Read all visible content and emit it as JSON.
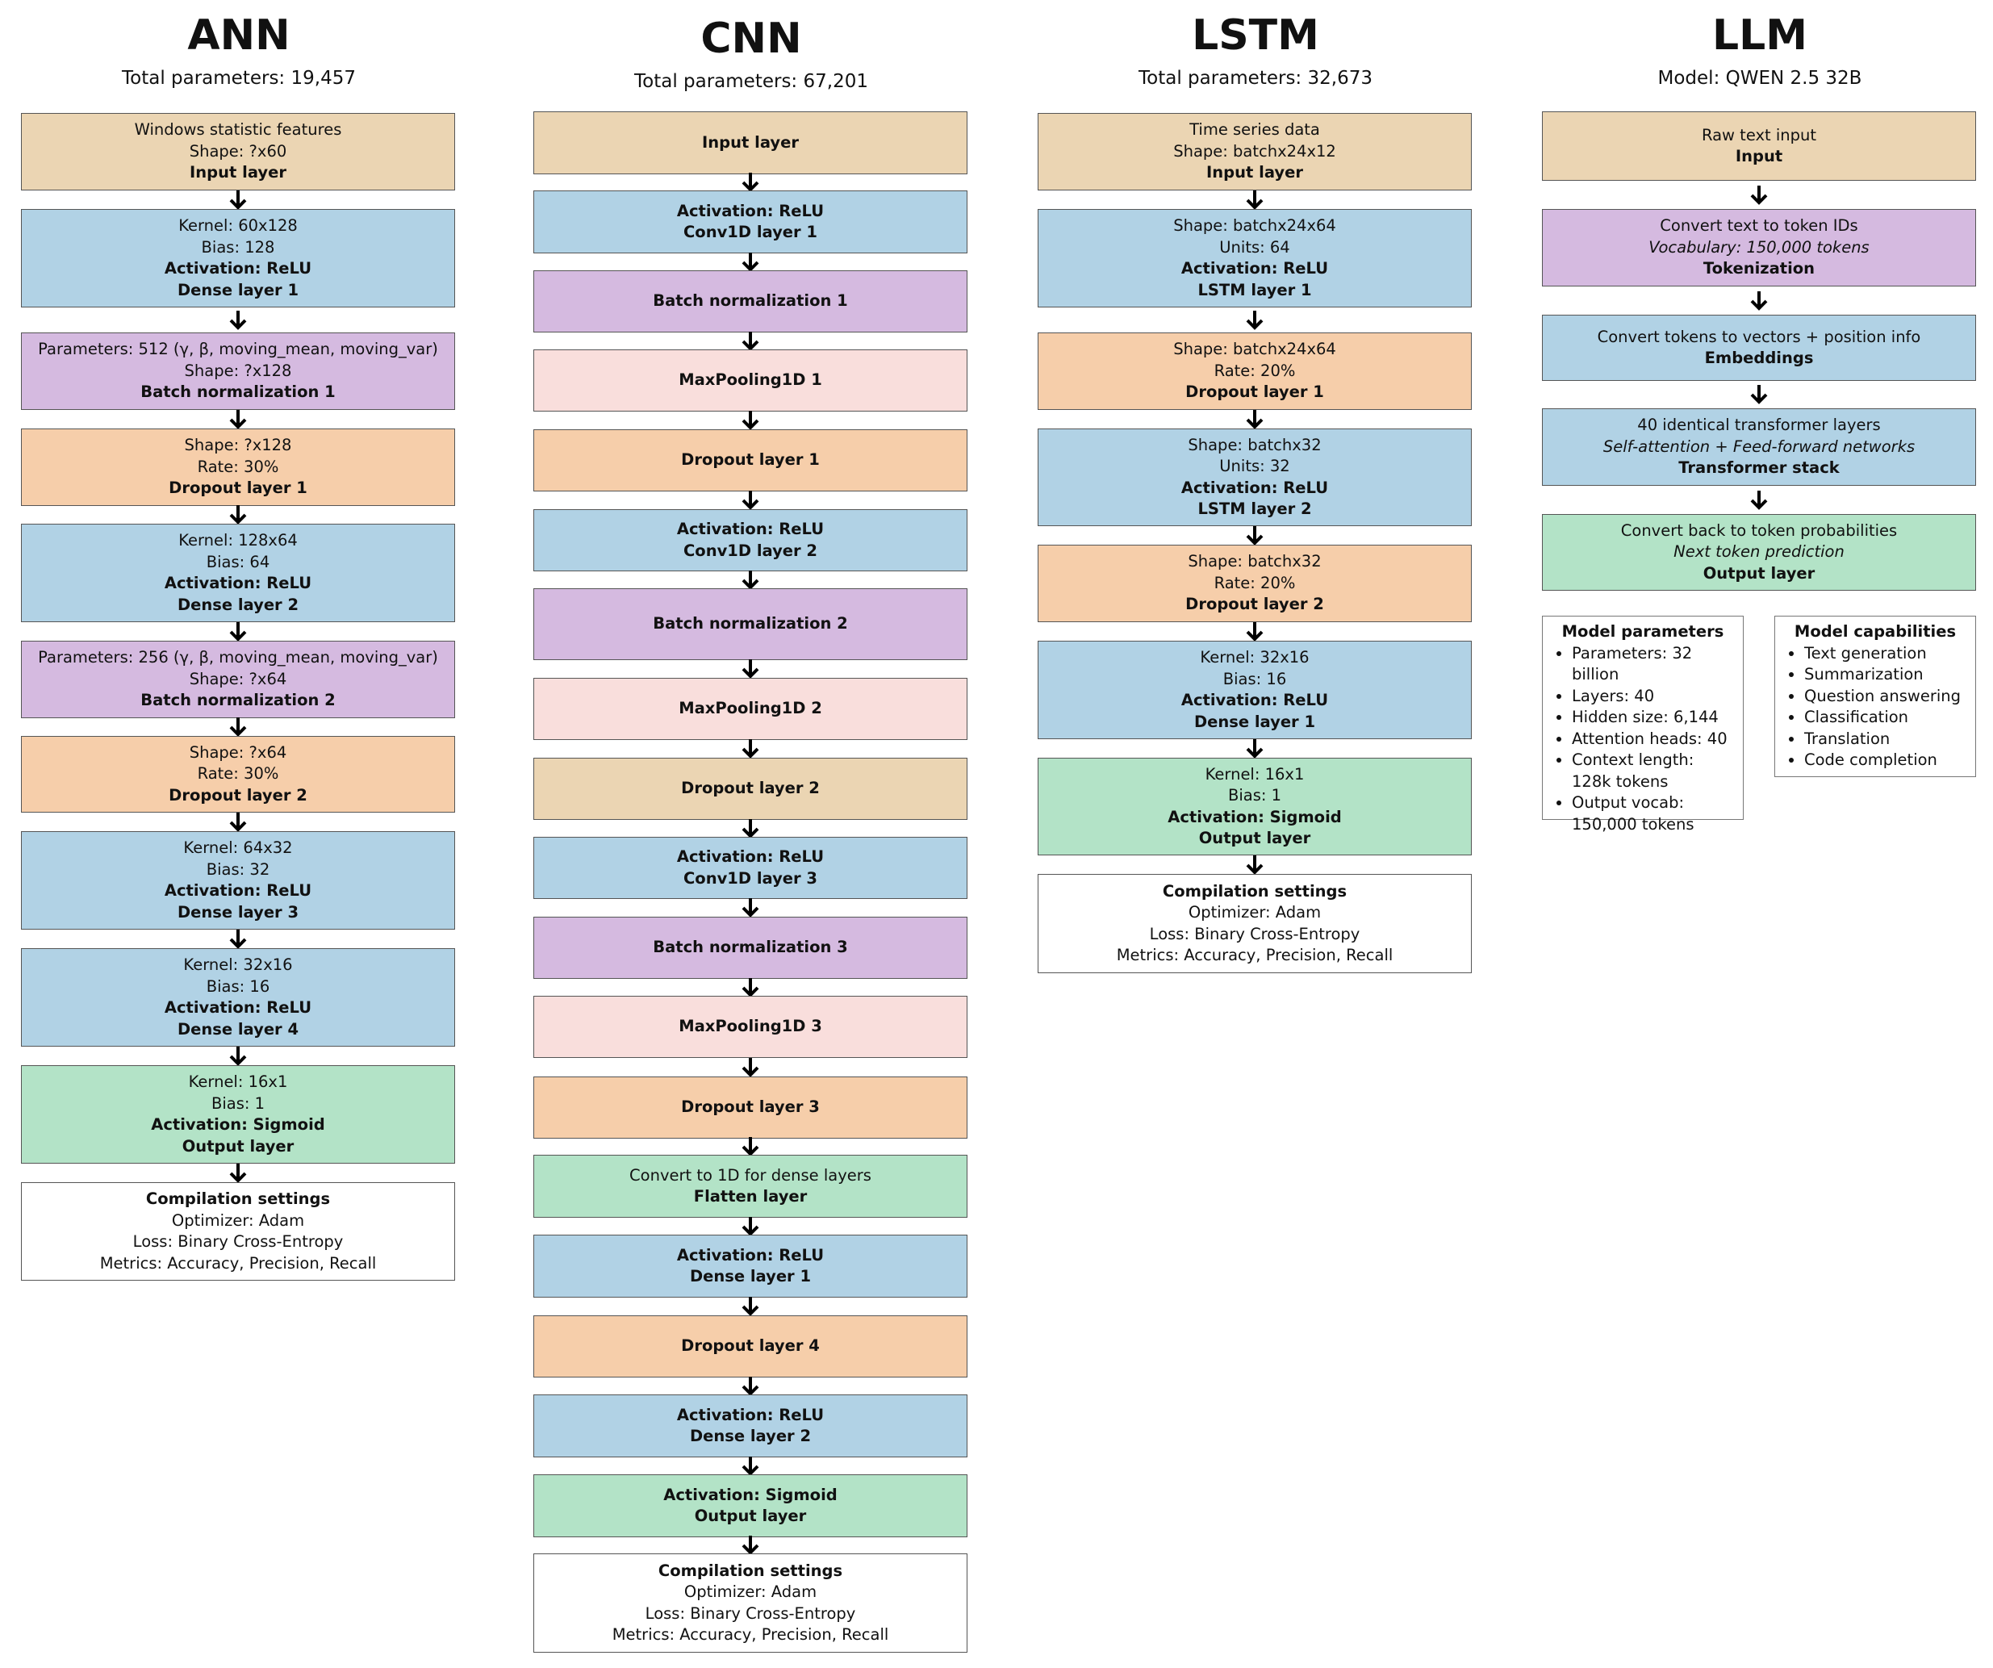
{
  "columns": [
    {
      "title": "ANN",
      "subtitle": "Total parameters: 19,457",
      "layers": [
        {
          "color": "tan",
          "lines": [
            {
              "t": "Windows statistic features",
              "s": "n"
            },
            {
              "t": "Shape: ?x60",
              "s": "n"
            },
            {
              "t": "Input layer",
              "s": "b"
            }
          ]
        },
        {
          "color": "blue",
          "lines": [
            {
              "t": "Kernel: 60x128",
              "s": "n"
            },
            {
              "t": "Bias: 128",
              "s": "n"
            },
            {
              "t": "Activation: ReLU",
              "s": "b"
            },
            {
              "t": "Dense layer 1",
              "s": "b"
            }
          ]
        },
        {
          "color": "purple",
          "lines": [
            {
              "t": "Parameters: 512 (γ, β, moving_mean, moving_var)",
              "s": "n"
            },
            {
              "t": "Shape: ?x128",
              "s": "n"
            },
            {
              "t": "Batch normalization 1",
              "s": "b"
            }
          ]
        },
        {
          "color": "orange",
          "lines": [
            {
              "t": "Shape: ?x128",
              "s": "n"
            },
            {
              "t": "Rate: 30%",
              "s": "n"
            },
            {
              "t": "Dropout layer 1",
              "s": "b"
            }
          ]
        },
        {
          "color": "blue",
          "lines": [
            {
              "t": "Kernel: 128x64",
              "s": "n"
            },
            {
              "t": "Bias: 64",
              "s": "n"
            },
            {
              "t": "Activation: ReLU",
              "s": "b"
            },
            {
              "t": "Dense layer 2",
              "s": "b"
            }
          ]
        },
        {
          "color": "purple",
          "lines": [
            {
              "t": "Parameters: 256 (γ, β, moving_mean, moving_var)",
              "s": "n"
            },
            {
              "t": "Shape: ?x64",
              "s": "n"
            },
            {
              "t": "Batch normalization 2",
              "s": "b"
            }
          ]
        },
        {
          "color": "orange",
          "lines": [
            {
              "t": "Shape: ?x64",
              "s": "n"
            },
            {
              "t": "Rate: 30%",
              "s": "n"
            },
            {
              "t": "Dropout layer 2",
              "s": "b"
            }
          ]
        },
        {
          "color": "blue",
          "lines": [
            {
              "t": "Kernel: 64x32",
              "s": "n"
            },
            {
              "t": "Bias: 32",
              "s": "n"
            },
            {
              "t": "Activation: ReLU",
              "s": "b"
            },
            {
              "t": "Dense layer 3",
              "s": "b"
            }
          ]
        },
        {
          "color": "blue",
          "lines": [
            {
              "t": "Kernel: 32x16",
              "s": "n"
            },
            {
              "t": "Bias: 16",
              "s": "n"
            },
            {
              "t": "Activation: ReLU",
              "s": "b"
            },
            {
              "t": "Dense layer 4",
              "s": "b"
            }
          ]
        },
        {
          "color": "green",
          "lines": [
            {
              "t": "Kernel: 16x1",
              "s": "n"
            },
            {
              "t": "Bias: 1",
              "s": "n"
            },
            {
              "t": "Activation: Sigmoid",
              "s": "b"
            },
            {
              "t": "Output layer",
              "s": "b"
            }
          ]
        },
        {
          "color": "white",
          "lines": [
            {
              "t": "Compilation settings",
              "s": "b"
            },
            {
              "t": "Optimizer: Adam",
              "s": "n"
            },
            {
              "t": "Loss: Binary Cross-Entropy",
              "s": "n"
            },
            {
              "t": "Metrics: Accuracy, Precision, Recall",
              "s": "n"
            }
          ]
        }
      ]
    },
    {
      "title": "CNN",
      "subtitle": "Total parameters: 67,201",
      "layers": [
        {
          "color": "tan",
          "lines": [
            {
              "t": "Input layer",
              "s": "b"
            }
          ]
        },
        {
          "color": "blue",
          "lines": [
            {
              "t": "Activation: ReLU",
              "s": "b"
            },
            {
              "t": "Conv1D layer 1",
              "s": "b"
            }
          ]
        },
        {
          "color": "purple",
          "lines": [
            {
              "t": "Batch normalization 1",
              "s": "b"
            }
          ]
        },
        {
          "color": "pink",
          "lines": [
            {
              "t": "MaxPooling1D 1",
              "s": "b"
            }
          ]
        },
        {
          "color": "orange",
          "lines": [
            {
              "t": "Dropout layer 1",
              "s": "b"
            }
          ]
        },
        {
          "color": "blue",
          "lines": [
            {
              "t": "Activation: ReLU",
              "s": "b"
            },
            {
              "t": "Conv1D layer 2",
              "s": "b"
            }
          ]
        },
        {
          "color": "purple",
          "lines": [
            {
              "t": "Batch normalization 2",
              "s": "b"
            }
          ]
        },
        {
          "color": "pink",
          "lines": [
            {
              "t": "MaxPooling1D 2",
              "s": "b"
            }
          ]
        },
        {
          "color": "tan",
          "lines": [
            {
              "t": "Dropout layer 2",
              "s": "b"
            }
          ]
        },
        {
          "color": "blue",
          "lines": [
            {
              "t": "Activation: ReLU",
              "s": "b"
            },
            {
              "t": "Conv1D layer 3",
              "s": "b"
            }
          ]
        },
        {
          "color": "purple",
          "lines": [
            {
              "t": "Batch normalization 3",
              "s": "b"
            }
          ]
        },
        {
          "color": "pink",
          "lines": [
            {
              "t": "MaxPooling1D 3",
              "s": "b"
            }
          ]
        },
        {
          "color": "orange",
          "lines": [
            {
              "t": "Dropout layer 3",
              "s": "b"
            }
          ]
        },
        {
          "color": "green",
          "lines": [
            {
              "t": "Convert to 1D for dense layers",
              "s": "n"
            },
            {
              "t": "Flatten layer",
              "s": "b"
            }
          ]
        },
        {
          "color": "blue",
          "lines": [
            {
              "t": "Activation: ReLU",
              "s": "b"
            },
            {
              "t": "Dense layer 1",
              "s": "b"
            }
          ]
        },
        {
          "color": "orange",
          "lines": [
            {
              "t": "Dropout layer 4",
              "s": "b"
            }
          ]
        },
        {
          "color": "blue",
          "lines": [
            {
              "t": "Activation: ReLU",
              "s": "b"
            },
            {
              "t": "Dense layer 2",
              "s": "b"
            }
          ]
        },
        {
          "color": "green",
          "lines": [
            {
              "t": "Activation: Sigmoid",
              "s": "b"
            },
            {
              "t": "Output layer",
              "s": "b"
            }
          ]
        },
        {
          "color": "white",
          "lines": [
            {
              "t": "Compilation settings",
              "s": "b"
            },
            {
              "t": "Optimizer: Adam",
              "s": "n"
            },
            {
              "t": "Loss: Binary Cross-Entropy",
              "s": "n"
            },
            {
              "t": "Metrics: Accuracy, Precision, Recall",
              "s": "n"
            }
          ]
        }
      ]
    },
    {
      "title": "LSTM",
      "subtitle": "Total parameters: 32,673",
      "layers": [
        {
          "color": "tan",
          "lines": [
            {
              "t": "Time series data",
              "s": "n"
            },
            {
              "t": "Shape: batchx24x12",
              "s": "n"
            },
            {
              "t": "Input layer",
              "s": "b"
            }
          ]
        },
        {
          "color": "blue",
          "lines": [
            {
              "t": "Shape: batchx24x64",
              "s": "n"
            },
            {
              "t": "Units: 64",
              "s": "n"
            },
            {
              "t": "Activation: ReLU",
              "s": "b"
            },
            {
              "t": "LSTM layer 1",
              "s": "b"
            }
          ]
        },
        {
          "color": "orange",
          "lines": [
            {
              "t": "Shape: batchx24x64",
              "s": "n"
            },
            {
              "t": "Rate: 20%",
              "s": "n"
            },
            {
              "t": "Dropout layer 1",
              "s": "b"
            }
          ]
        },
        {
          "color": "blue",
          "lines": [
            {
              "t": "Shape: batchx32",
              "s": "n"
            },
            {
              "t": "Units: 32",
              "s": "n"
            },
            {
              "t": "Activation: ReLU",
              "s": "b"
            },
            {
              "t": "LSTM layer 2",
              "s": "b"
            }
          ]
        },
        {
          "color": "orange",
          "lines": [
            {
              "t": "Shape: batchx32",
              "s": "n"
            },
            {
              "t": "Rate: 20%",
              "s": "n"
            },
            {
              "t": "Dropout layer 2",
              "s": "b"
            }
          ]
        },
        {
          "color": "blue",
          "lines": [
            {
              "t": "Kernel: 32x16",
              "s": "n"
            },
            {
              "t": "Bias: 16",
              "s": "n"
            },
            {
              "t": "Activation: ReLU",
              "s": "b"
            },
            {
              "t": "Dense layer 1",
              "s": "b"
            }
          ]
        },
        {
          "color": "green",
          "lines": [
            {
              "t": "Kernel: 16x1",
              "s": "n"
            },
            {
              "t": "Bias: 1",
              "s": "n"
            },
            {
              "t": "Activation: Sigmoid",
              "s": "b"
            },
            {
              "t": "Output layer",
              "s": "b"
            }
          ]
        },
        {
          "color": "white",
          "lines": [
            {
              "t": "Compilation settings",
              "s": "b"
            },
            {
              "t": "Optimizer: Adam",
              "s": "n"
            },
            {
              "t": "Loss: Binary Cross-Entropy",
              "s": "n"
            },
            {
              "t": "Metrics: Accuracy, Precision, Recall",
              "s": "n"
            }
          ]
        }
      ]
    },
    {
      "title": "LLM",
      "subtitle": "Model: QWEN 2.5 32B",
      "layers": [
        {
          "color": "tan",
          "lines": [
            {
              "t": "Raw text input",
              "s": "n"
            },
            {
              "t": "Input",
              "s": "b"
            }
          ]
        },
        {
          "color": "purple",
          "lines": [
            {
              "t": "Convert text to token IDs",
              "s": "n"
            },
            {
              "t": "Vocabulary: 150,000 tokens",
              "s": "i"
            },
            {
              "t": "Tokenization",
              "s": "b"
            }
          ]
        },
        {
          "color": "blue",
          "lines": [
            {
              "t": "Convert tokens to vectors + position info",
              "s": "n"
            },
            {
              "t": "Embeddings",
              "s": "b"
            }
          ]
        },
        {
          "color": "blue",
          "lines": [
            {
              "t": "40 identical transformer layers",
              "s": "n"
            },
            {
              "t": "Self-attention + Feed-forward networks",
              "s": "i"
            },
            {
              "t": "Transformer stack",
              "s": "b"
            }
          ]
        },
        {
          "color": "green",
          "lines": [
            {
              "t": "Convert back to token probabilities",
              "s": "n"
            },
            {
              "t": "Next token prediction",
              "s": "i"
            },
            {
              "t": "Output layer",
              "s": "b"
            }
          ]
        }
      ]
    }
  ],
  "model_parameters": {
    "title": "Model parameters",
    "items": [
      "Parameters: 32 billion",
      "Layers: 40",
      "Hidden size: 6,144",
      "Attention heads: 40",
      "Context length: 128k tokens",
      "Output vocab: 150,000 tokens"
    ]
  },
  "model_capabilities": {
    "title": "Model capabilities",
    "items": [
      "Text generation",
      "Summarization",
      "Question answering",
      "Classification",
      "Translation",
      "Code completion"
    ]
  }
}
